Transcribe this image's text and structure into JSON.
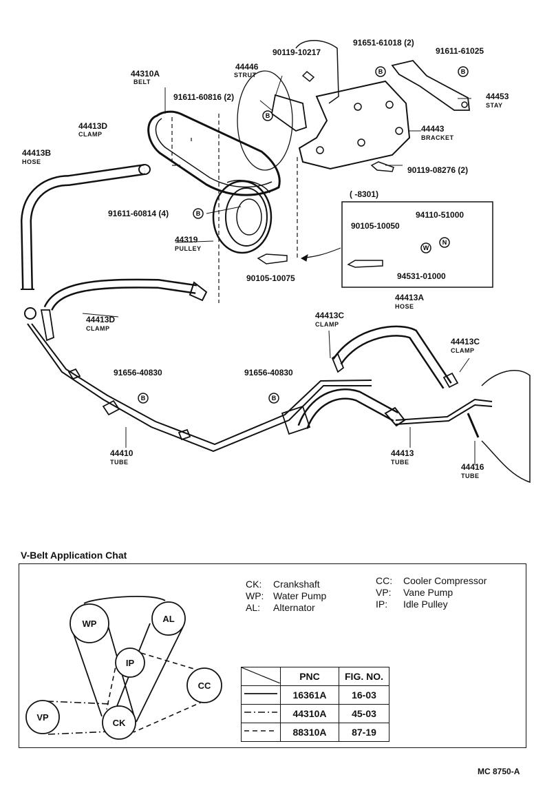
{
  "labels": {
    "l_44310a": "44310A",
    "l_belt": "BELT",
    "l_44446": "44446",
    "l_strut": "STRUT",
    "l_90119_10217": "90119-10217",
    "l_91651_61018": "91651-61018 (2)",
    "l_91611_61025": "91611-61025",
    "l_91611_60816": "91611-60816 (2)",
    "l_44453": "44453",
    "l_stay": "STAY",
    "l_44413d_top": "44413D",
    "l_clamp_d_top": "CLAMP",
    "l_44443": "44443",
    "l_bracket": "BRACKET",
    "l_44413b": "44413B",
    "l_hose_b": "HOSE",
    "l_90119_08276": "90119-08276 (2)",
    "l_8301": "(        -8301)",
    "l_91611_60814": "91611-60814 (4)",
    "l_94110_51000": "94110-51000",
    "l_90105_10050": "90105-10050",
    "l_44319": "44319",
    "l_pulley": "PULLEY",
    "l_94531_01000": "94531-01000",
    "l_90105_10075": "90105-10075",
    "l_44413a": "44413A",
    "l_hose_a": "HOSE",
    "l_44413d_mid": "44413D",
    "l_clamp_d_mid": "CLAMP",
    "l_44413c_1": "44413C",
    "l_clamp_c_1": "CLAMP",
    "l_44413c_2": "44413C",
    "l_clamp_c_2": "CLAMP",
    "l_91656_1": "91656-40830",
    "l_91656_2": "91656-40830",
    "l_44410": "44410",
    "l_tube_44410": "TUBE",
    "l_44413": "44413",
    "l_tube_44413": "TUBE",
    "l_44416": "44416",
    "l_tube_44416": "TUBE"
  },
  "markers": {
    "b": "B",
    "n": "N",
    "w": "W"
  },
  "vbelt": {
    "title": "V-Belt Application Chat",
    "legend_left": [
      {
        "key": "CK:",
        "value": "Crankshaft"
      },
      {
        "key": "WP:",
        "value": "Water Pump"
      },
      {
        "key": "AL:",
        "value": "Alternator"
      }
    ],
    "legend_right": [
      {
        "key": "CC:",
        "value": "Cooler Compressor"
      },
      {
        "key": "VP:",
        "value": "Vane Pump"
      },
      {
        "key": "IP:",
        "value": "Idle Pulley"
      }
    ],
    "pulleys": {
      "wp": "WP",
      "al": "AL",
      "ip": "IP",
      "cc": "CC",
      "vp": "VP",
      "ck": "CK"
    },
    "table": {
      "headers": [
        "PNC",
        "FIG. NO."
      ],
      "rows": [
        {
          "pnc": "16361A",
          "fig": "16-03",
          "line": "solid"
        },
        {
          "pnc": "44310A",
          "fig": "45-03",
          "line": "dash-dot"
        },
        {
          "pnc": "88310A",
          "fig": "87-19",
          "line": "dashed"
        }
      ]
    }
  },
  "footer": "MC  8750-A"
}
